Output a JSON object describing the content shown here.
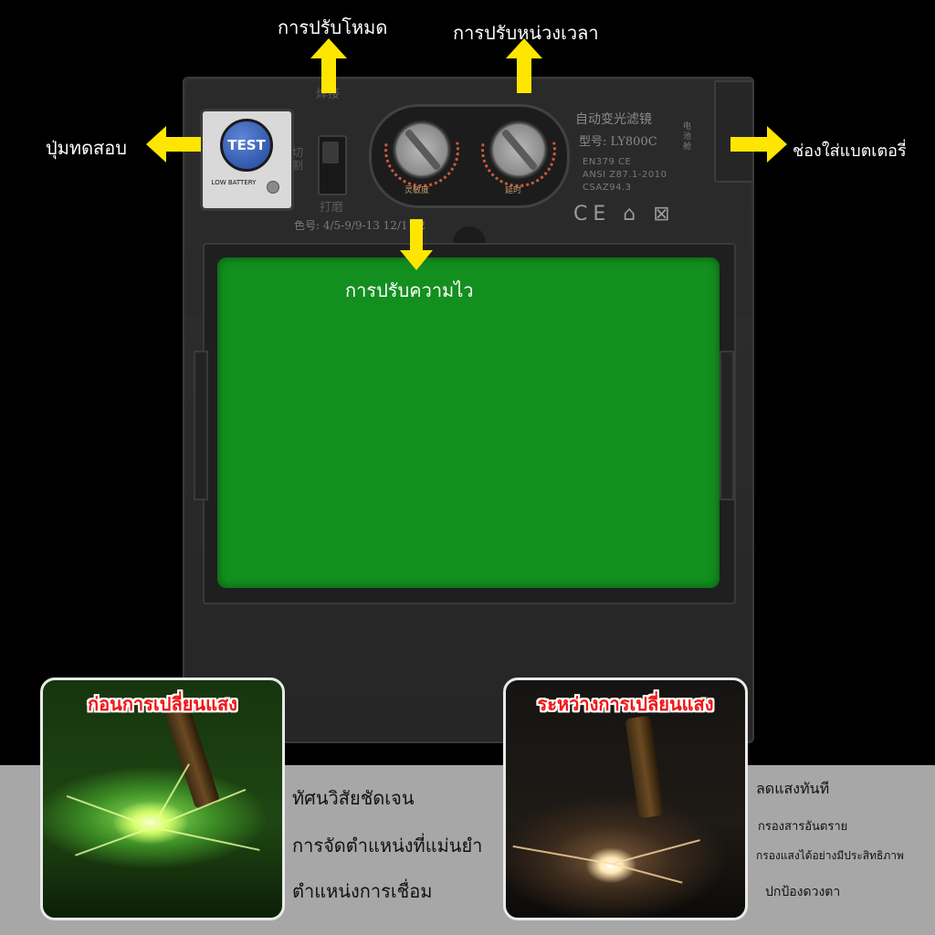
{
  "callouts": {
    "mode_adjust": "การปรับโหมด",
    "delay_adjust": "การปรับหน่วงเวลา",
    "test_button": "ปุ่มทดสอบ",
    "battery_slot": "ช่องใส่แบตเตอรี่",
    "sensitivity_adjust": "การปรับความไว"
  },
  "device": {
    "test_label": "TEST",
    "low_battery_label": "LOW BATTERY",
    "mode_weld": "焊接",
    "mode_cut": "切割",
    "mode_grind": "打磨",
    "sensitivity_cn": "灵敏度",
    "delay_cn": "延时",
    "product_name_cn": "自动变光滤镜",
    "model": "型号: LY800C",
    "cert_lines": [
      "EN379 CE",
      "ANSI Z87.1-2010",
      "CSAZ94.3"
    ],
    "shade_numbers": "色号: 4/5-9/9-13 12/11/2",
    "marks": "CE ⌂ ⊠",
    "battery_cn": "电池舱"
  },
  "before_panel": {
    "title": "ก่อนการเปลี่ยนแสง",
    "features": [
      "ทัศนวิสัยชัดเจน",
      "การจัดตำแหน่งที่แม่นยำ",
      "ตำแหน่งการเชื่อม"
    ]
  },
  "during_panel": {
    "title": "ระหว่างการเปลี่ยนแสง",
    "features": [
      "ลดแสงทันที",
      "กรองสารอันตราย",
      "กรองแสงได้อย่างมีประสิทธิภาพ",
      "ปกป้องดวงตา"
    ]
  },
  "colors": {
    "arrow_yellow": "#ffe600",
    "lens_green": "#138f1f",
    "title_red": "#f01414"
  }
}
